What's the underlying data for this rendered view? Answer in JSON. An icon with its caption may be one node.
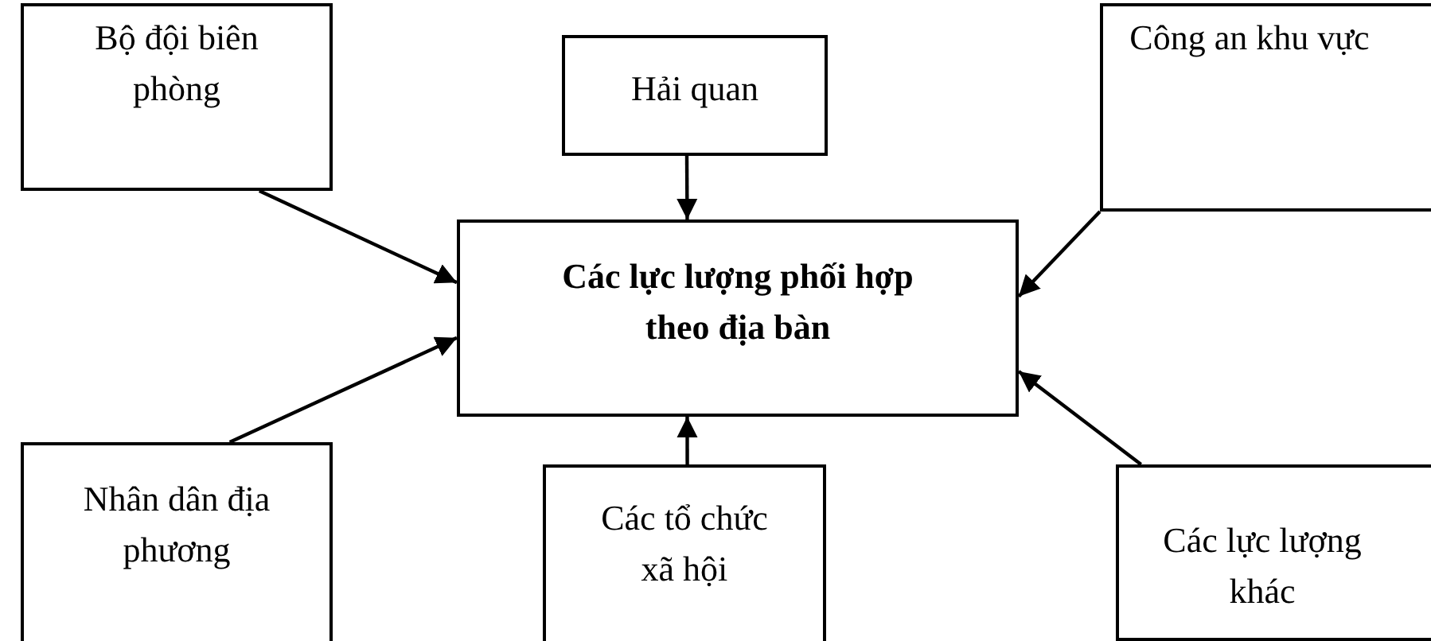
{
  "diagram": {
    "nodes": [
      {
        "text": [
          "Các lực lượng phối hợp theo địa bàn"
        ]
      },
      {
        "text": [
          "Bộ đội biên phòng"
        ]
      },
      {
        "text": [
          "Hải quan"
        ]
      },
      {
        "text": [
          "Công an khu vực"
        ]
      },
      {
        "text": [
          "Nhân dân địa phương"
        ]
      },
      {
        "text": [
          "Các tổ chức xã hội"
        ]
      },
      {
        "text": [
          "Các lực lượng khác"
        ]
      }
    ],
    "edges": [
      {
        "from": 1,
        "to": 0,
        "arrow": "to"
      },
      {
        "from": 2,
        "to": 0,
        "arrow": "to"
      },
      {
        "from": 3,
        "to": 0,
        "arrow": "to"
      },
      {
        "from": 4,
        "to": 0,
        "arrow": "to"
      },
      {
        "from": 5,
        "to": 0,
        "arrow": "to"
      },
      {
        "from": 6,
        "to": 0,
        "arrow": "to"
      }
    ]
  }
}
